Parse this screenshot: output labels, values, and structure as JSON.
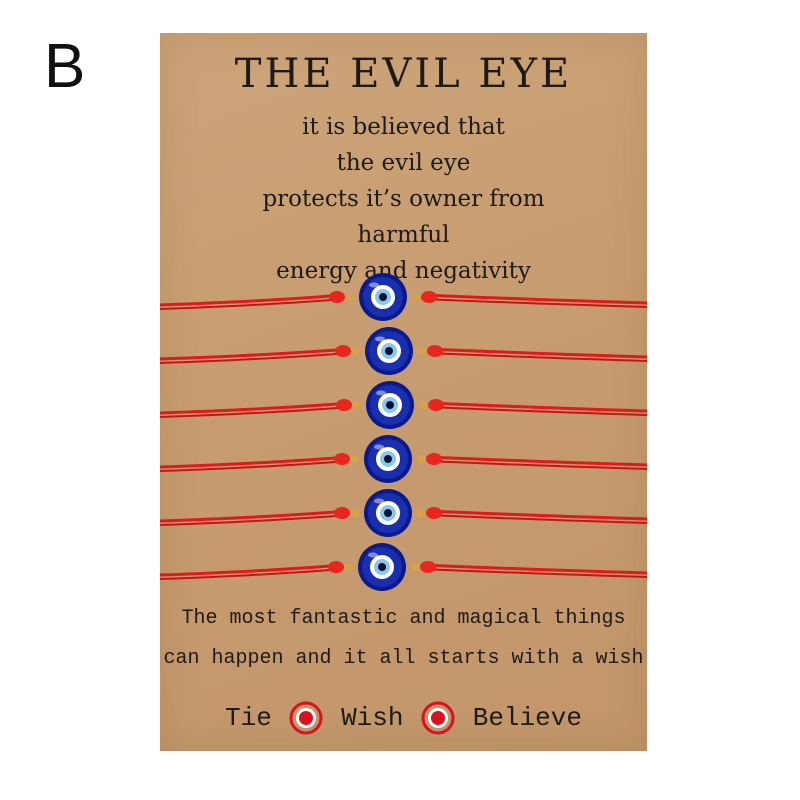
{
  "corner_label": "B",
  "card": {
    "title": "THE EVIL EYE",
    "verse": [
      "it is believed that",
      "the evil eye",
      "protects it’s owner from",
      "harmful",
      "energy and negativity"
    ],
    "wish_lines": [
      "The most fantastic and magical things",
      "can happen and it all starts with a wish"
    ],
    "motto": [
      "Tie",
      "Wish",
      "Believe"
    ],
    "colors": {
      "card": "#c99e72",
      "thread": "#e01a1a",
      "bead_dark": "#0a1a8a",
      "bead_light": "#8ac8ea",
      "motto_icon_red": "#d8121e"
    },
    "bracelet_count": 6
  }
}
